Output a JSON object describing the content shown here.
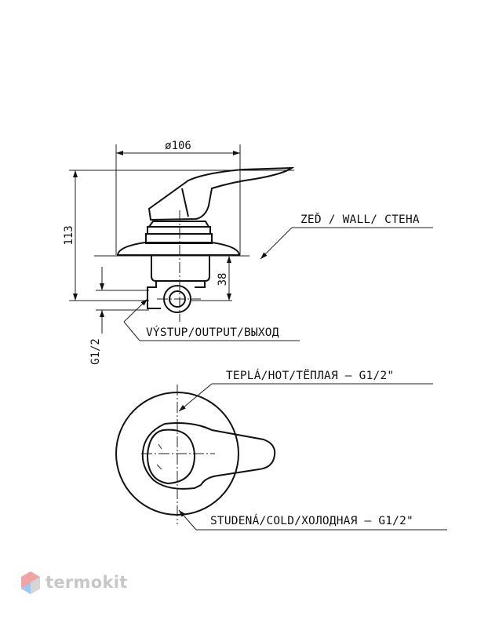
{
  "dimensions": {
    "diameter": "ø106",
    "height_total": "113",
    "height_body": "38",
    "thread": "G1/2"
  },
  "labels": {
    "wall": "ZEĎ / WALL/ СТЕНА",
    "output": "VÝSTUP/OUTPUT/ВЫХОД",
    "hot": "TEPLÁ/HOT/ТЁПЛАЯ – G1/2\"",
    "cold": "STUDENÁ/COLD/ХОЛОДНАЯ – G1/2\""
  },
  "logo": {
    "text": "termokit",
    "colors": [
      "#f2a3a3",
      "#9ec8f0",
      "#d6d6d6"
    ]
  }
}
